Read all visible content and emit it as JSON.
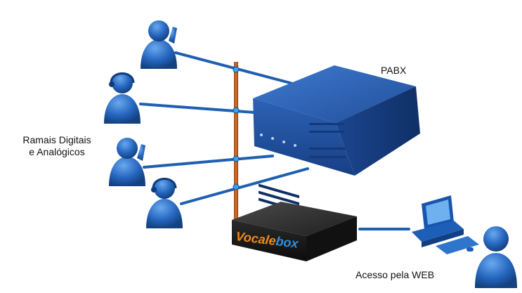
{
  "labels": {
    "pabx": "PABX",
    "ramais_line1": "Ramais Digitais",
    "ramais_line2": "e Analógicos",
    "web_access": "Acesso pela WEB"
  },
  "logo": {
    "part1": "Vocale",
    "part2": "box"
  },
  "colors": {
    "line_blue": "#1f5fb0",
    "bus_orange": "#c9641f",
    "pabx_blue": "#1d4f9c",
    "box_black": "#1a1a1a",
    "logo_orange": "#f08a1c",
    "logo_blue": "#2d8fe0",
    "person_blue": "#1f62b8"
  },
  "icons": [
    "person-icon",
    "headset-person-icon",
    "pabx-server",
    "vocalebox-device",
    "computer-icon"
  ]
}
